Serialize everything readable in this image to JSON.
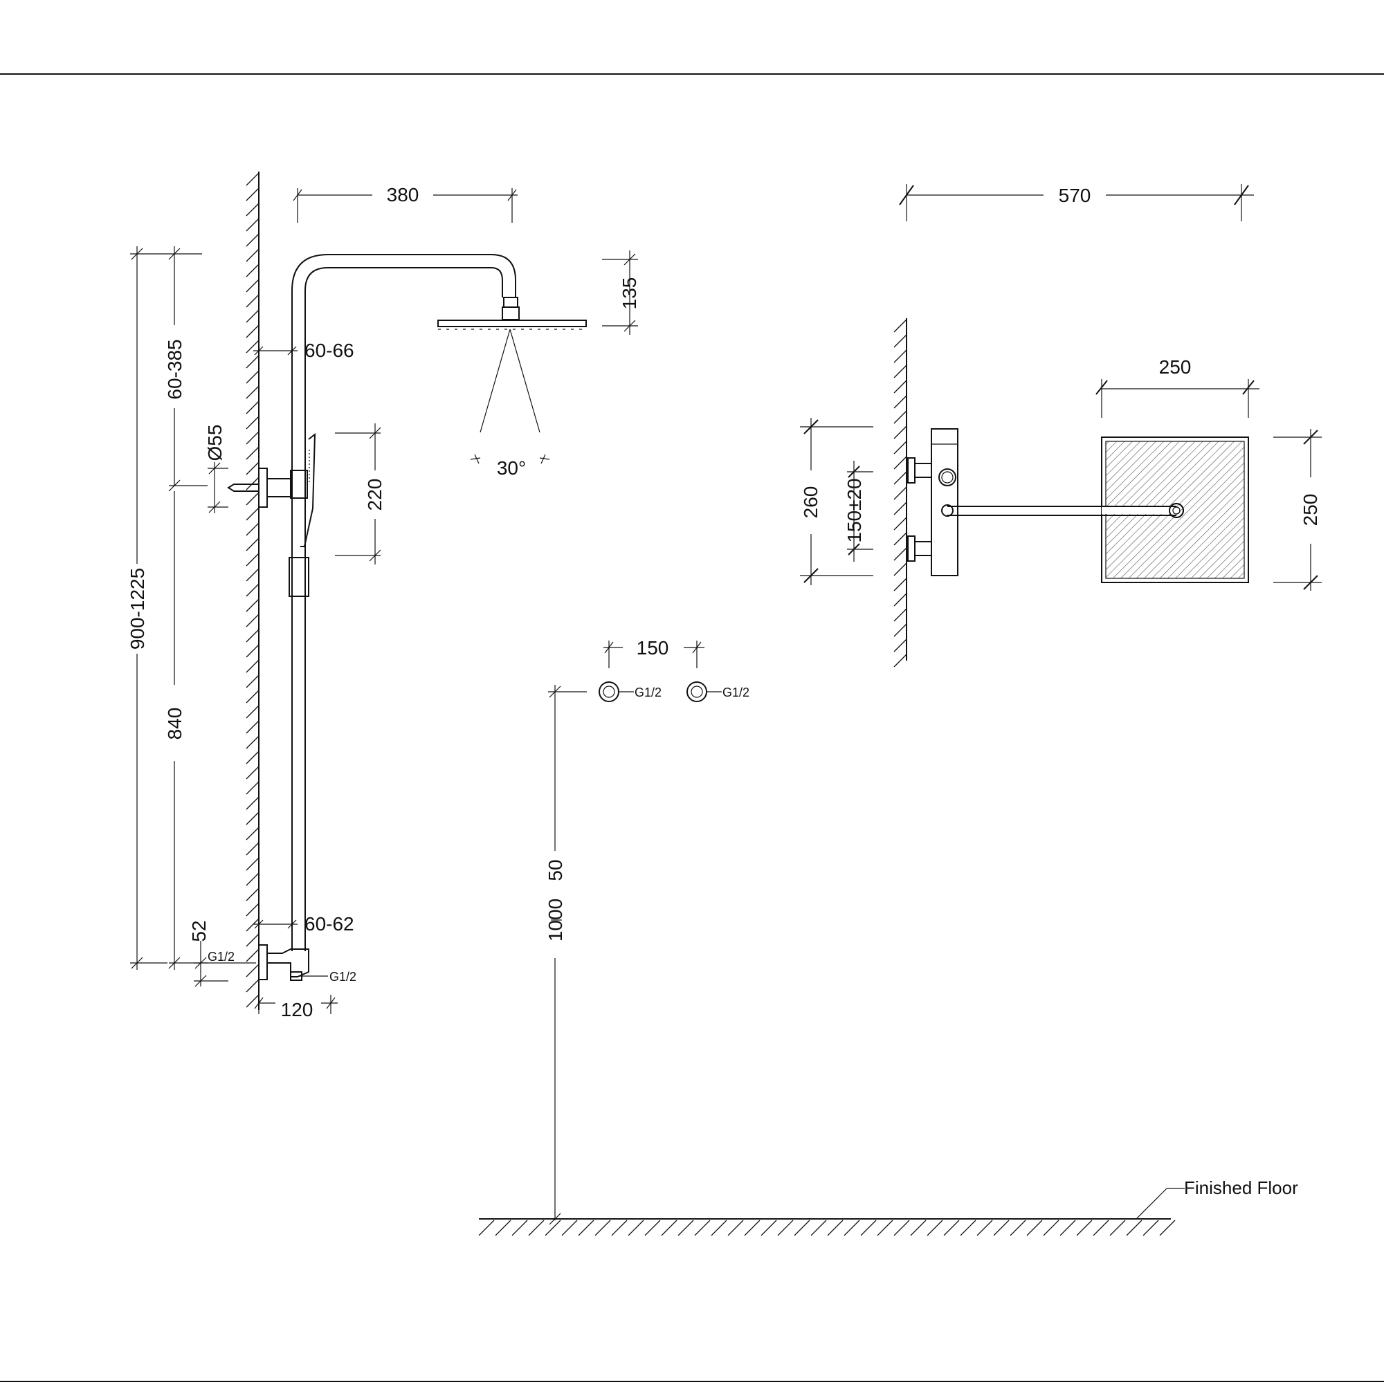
{
  "dimensions": {
    "arm_length": "380",
    "head_height": "135",
    "wall_gap_top": "60-66",
    "upper_range": "60-385",
    "overall_range": "900-1225",
    "lower_length": "840",
    "outlet_diameter": "Ø55",
    "handshower_span": "220",
    "spray_angle": "30°",
    "wall_gap_bottom": "60-62",
    "inlet_offset": "52",
    "base_depth": "120",
    "inlet_spacing": "150",
    "height_50": "50",
    "height_1000": "1000",
    "total_width": "570",
    "head_width": "250",
    "head_depth": "250",
    "valve_height": "260",
    "valve_centres": "150±20"
  },
  "thread_labels": {
    "wall_inlet": "G1/2",
    "valve_outlet": "G1/2",
    "inlet_left": "G1/2",
    "inlet_right": "G1/2"
  },
  "floor_label": "Finished Floor"
}
